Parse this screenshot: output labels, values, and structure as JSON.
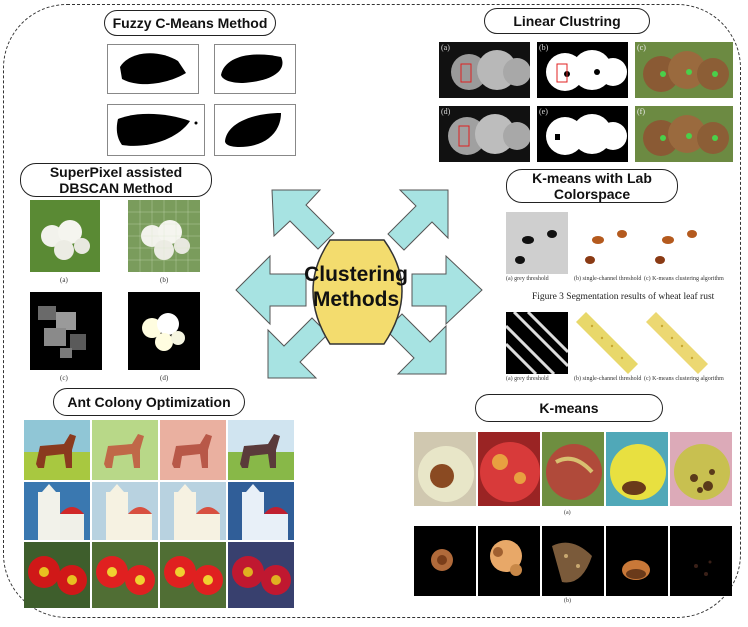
{
  "center": {
    "line1": "Clustering",
    "line2": "Methods",
    "fill": "#f3dc6e"
  },
  "arrow_color": "#a7e3e2",
  "titles": {
    "fcm": "Fuzzy C-Means Method",
    "linear": "Linear Clustring",
    "superpixel_line1": "SuperPixel assisted",
    "superpixel_line2": "DBSCAN Method",
    "kmeans_lab_line1": "K-means with Lab",
    "kmeans_lab_line2": "Colorspace",
    "aco": "Ant Colony Optimization",
    "kmeans": "K-means"
  },
  "linear_labels": [
    "(a)",
    "(b)",
    "(c)",
    "(d)",
    "(e)",
    "(f)"
  ],
  "superpixel_labels": [
    "(a)",
    "(b)",
    "(c)",
    "(d)"
  ],
  "lab_captions_top": [
    "(a) grey threshold",
    "(b) single-channel threshold",
    "(c) K-means clustering algorithm"
  ],
  "lab_figure_caption": "Figure 3 Segmentation results of wheat leaf rust",
  "lab_captions_bottom": [
    "(a) grey threshold",
    "(b) single-channel threshold",
    "(c) K-means clustering algorithm"
  ],
  "kmeans_labels": [
    "(a)",
    "(b)"
  ]
}
